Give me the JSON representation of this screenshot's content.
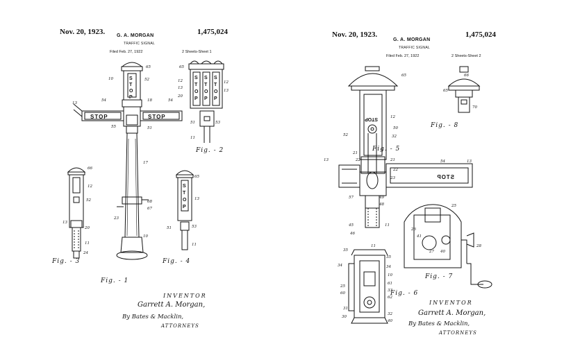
{
  "sheet1": {
    "date": "Nov. 20, 1923.",
    "inventor_name": "G. A. MORGAN",
    "patent_number": "1,475,024",
    "title": "TRAFFIC SIGNAL",
    "filed": "Filed Feb. 27, 1922",
    "sheets": "2 Sheets-Sheet 1",
    "fig1": "Fig. - 1",
    "fig2": "Fig. - 2",
    "fig3": "Fig. - 3",
    "fig4": "Fig. - 4",
    "sign_text": "STOP",
    "inventor_label": "INVENTOR",
    "signature": "Garrett A. Morgan,",
    "attorney_sig": "By Bates & Macklin,",
    "attorneys": "ATTORNEYS"
  },
  "sheet2": {
    "date": "Nov. 20, 1923.",
    "inventor_name": "G. A. MORGAN",
    "patent_number": "1,475,024",
    "title": "TRAFFIC SIGNAL",
    "filed": "Filed Feb. 27, 1922",
    "sheets": "2 Sheets-Sheet 2",
    "fig5": "Fig. - 5",
    "fig6": "Fig. - 6",
    "fig7": "Fig. - 7",
    "fig8": "Fig. - 8",
    "sign_text": "STOP",
    "inventor_label": "INVENTOR",
    "signature": "Garrett A. Morgan,",
    "attorney_sig": "By Bates & Macklin,",
    "attorneys": "ATTORNEYS"
  },
  "colors": {
    "ink": "#111111",
    "paper": "#ffffff"
  }
}
